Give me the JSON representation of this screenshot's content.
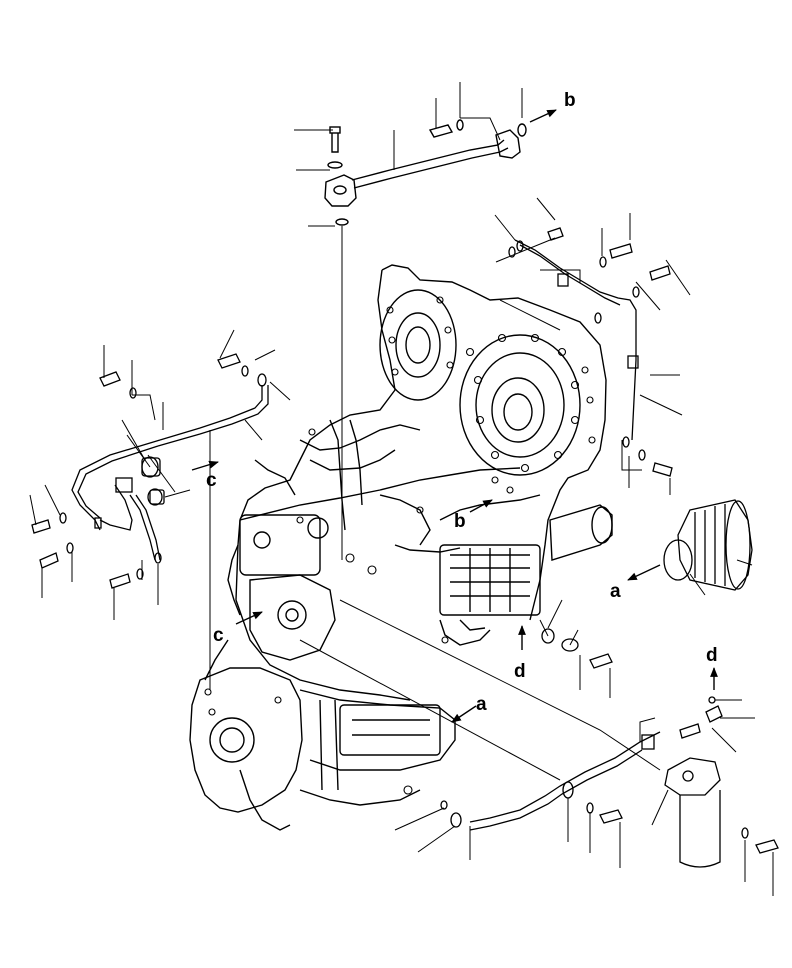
{
  "diagram": {
    "callouts": {
      "b_top": "b",
      "c_upper": "c",
      "b_mid": "b",
      "a_right": "a",
      "c_lower": "c",
      "d_lower": "d",
      "d_right": "d",
      "a_lower": "a"
    }
  }
}
